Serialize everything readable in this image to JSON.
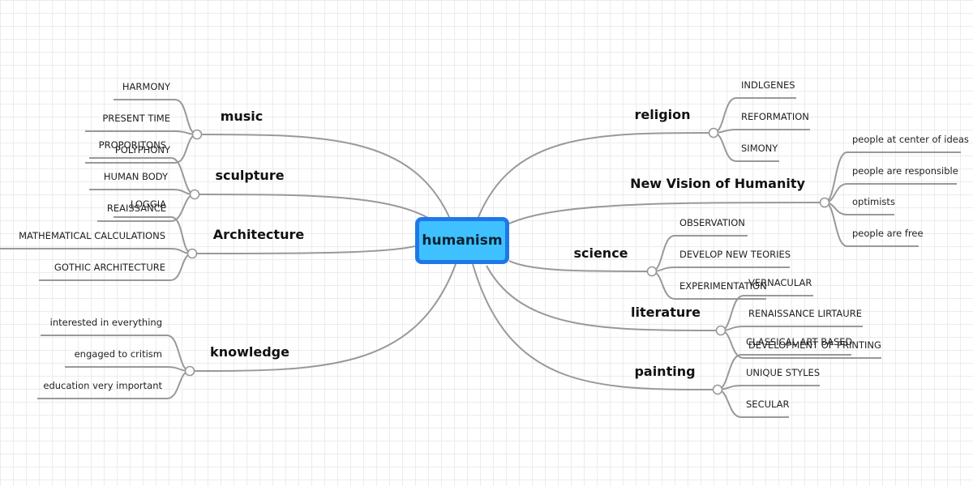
{
  "central": {
    "label": "humanism"
  },
  "branches": [
    {
      "label": "music",
      "items": [
        "HARMONY",
        "PRESENT TIME",
        "POLYPHONY"
      ]
    },
    {
      "label": "sculpture",
      "items": [
        "PROPORITONS",
        "HUMAN BODY",
        "REAISSANCE"
      ]
    },
    {
      "label": "Architecture",
      "items": [
        "LOGGIA",
        "MATHEMATICAL CALCULATIONS",
        "GOTHIC ARCHITECTURE"
      ]
    },
    {
      "label": "knowledge",
      "items": [
        "interested in everything",
        "engaged to critism",
        "education very important"
      ]
    },
    {
      "label": "religion",
      "items": [
        "INDLGENES",
        "REFORMATION",
        "SIMONY"
      ]
    },
    {
      "label": "New Vision of Humanity",
      "items": [
        "people at center of ideas",
        "people are responsible",
        "optimists",
        "people are free"
      ]
    },
    {
      "label": "science",
      "items": [
        "OBSERVATION",
        "DEVELOP NEW TEORIES",
        "EXPERIMENTATION"
      ]
    },
    {
      "label": "literature",
      "items": [
        "VERNACULAR",
        "RENAISSANCE LIRTAURE",
        "DEVELOPMENT OF PRINTING"
      ]
    },
    {
      "label": "painting",
      "items": [
        "CLASSICAL ART BASED",
        "UNIQUE STYLES",
        "SECULAR"
      ]
    }
  ]
}
